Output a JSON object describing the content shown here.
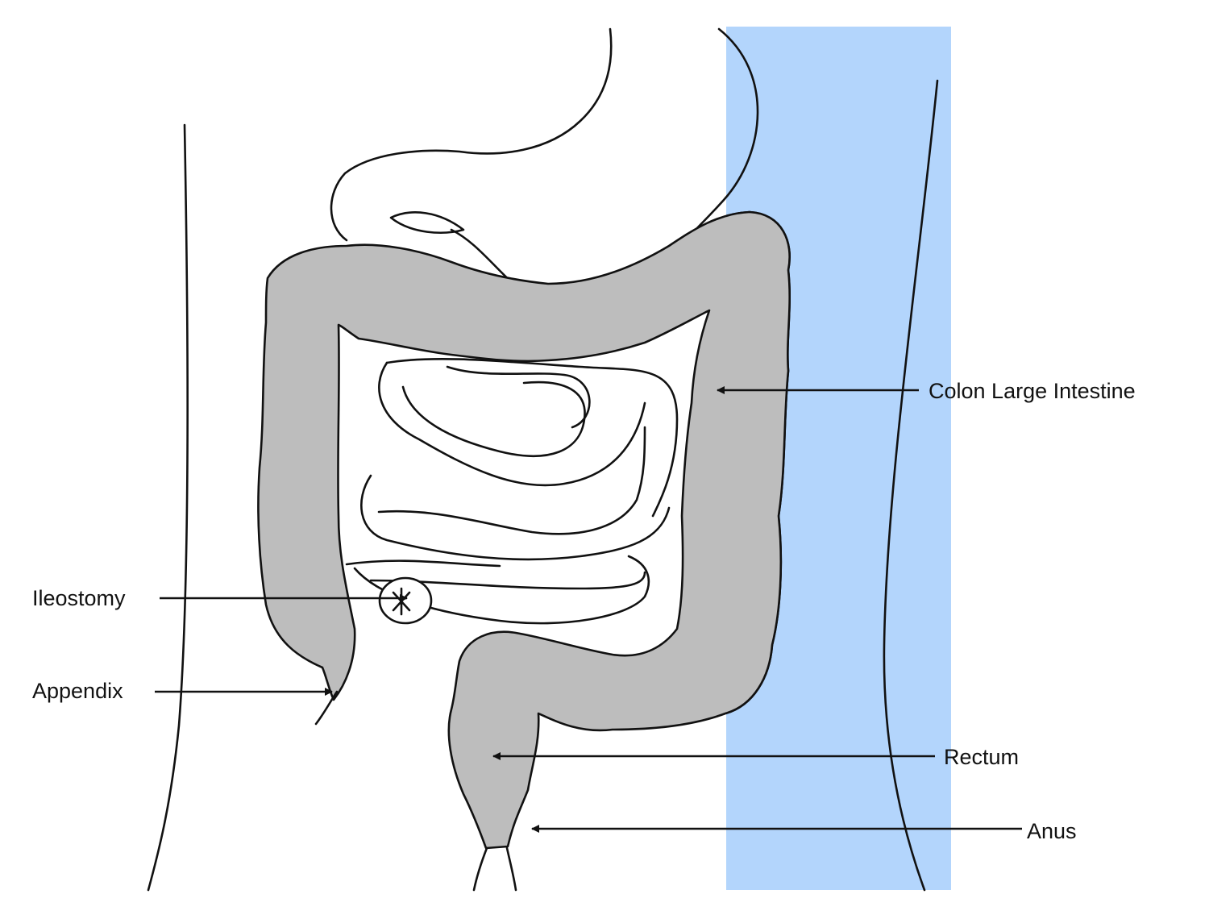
{
  "labels": {
    "colon": "Colon Large Intestine",
    "ileostomy": "Ileostomy",
    "appendix": "Appendix",
    "rectum": "Rectum",
    "anus": "Anus"
  },
  "colors": {
    "highlight_band": "#b3d5fc",
    "colon_fill": "#bdbdbd",
    "colon_fill_highlighted": "#85a0bd",
    "line": "#111111"
  }
}
